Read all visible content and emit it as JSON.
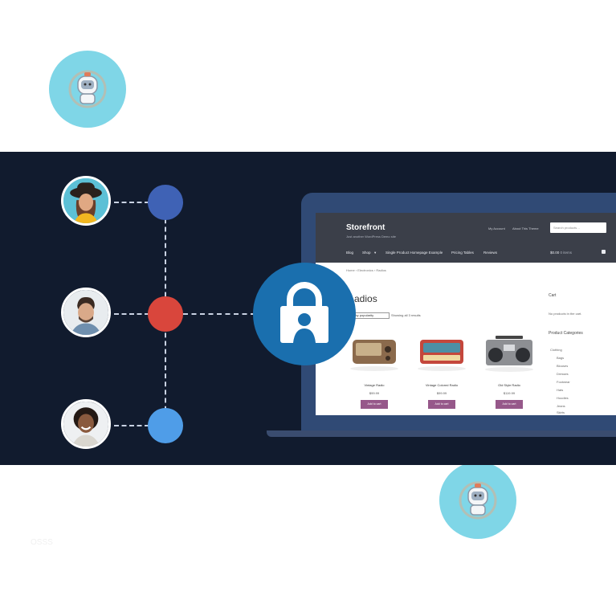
{
  "badges": [
    {
      "icon": "astronaut-cat-icon"
    },
    {
      "icon": "astronaut-cat-icon"
    }
  ],
  "colors": {
    "banner": "#111b2e",
    "node_top": "#3f62b5",
    "node_mid": "#d9463c",
    "node_bot": "#4f9de8",
    "lock_circle": "#1a6fae",
    "laptop": "#304a75",
    "header": "#3b3f49",
    "button": "#96588a"
  },
  "storefront": {
    "title": "Storefront",
    "tagline": "Just another WordPress Demo site",
    "account_link": "My Account",
    "about_link": "About This Theme",
    "search_placeholder": "Search products…",
    "nav": [
      "Blog",
      "Shop",
      "Single Product Homepage Example",
      "Pricing Tables",
      "Reviews"
    ],
    "cart_total": "$0.00",
    "cart_items": "0 items",
    "breadcrumb": "Home › Electronics › Radios",
    "heading": "adios",
    "sort_label": "Sort by popularity",
    "showing": "Showing all 3 results",
    "products": [
      {
        "name": "Vintage Radio",
        "price": "$99.99",
        "button": "Add to cart"
      },
      {
        "name": "Vintage Colored Radio",
        "price": "$99.99",
        "button": "Add to cart"
      },
      {
        "name": "Old Style Radio",
        "price": "$119.99",
        "button": "Add to cart"
      }
    ],
    "sidebar": {
      "cart_title": "Cart",
      "cart_empty": "No products in the cart.",
      "categories_title": "Product Categories",
      "categories": [
        "Clothing",
        "Bags",
        "Blouses",
        "Dresses",
        "Footwear",
        "Hats",
        "Hoodies",
        "Jeans",
        "Skirts"
      ]
    }
  },
  "watermark": "OSSS"
}
